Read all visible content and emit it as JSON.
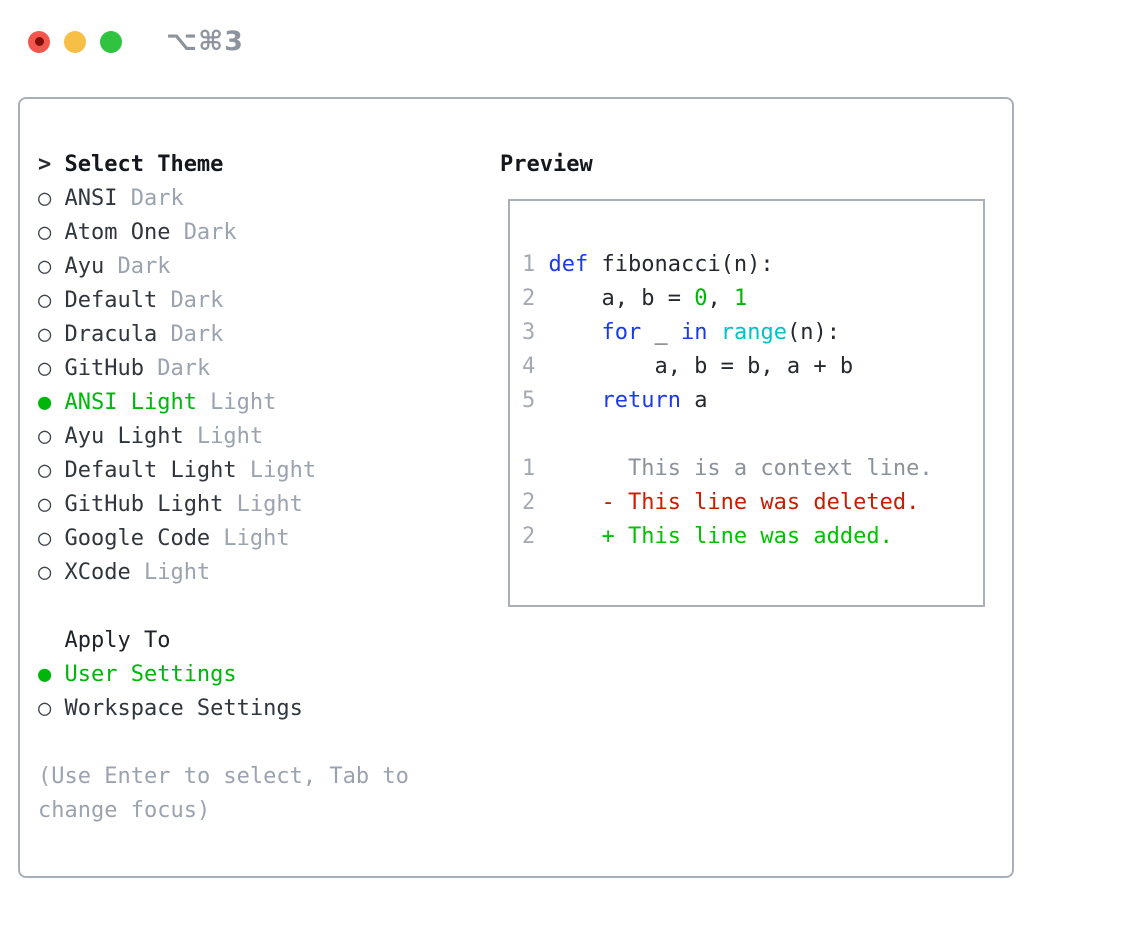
{
  "titlebar": {
    "shortcut": "⌥⌘3"
  },
  "colors": {
    "accent_green": "#00b60b",
    "keyword_blue": "#1b3be8",
    "builtin_cyan": "#00c3c8",
    "diff_red": "#cb1b00",
    "diff_green": "#00c200",
    "muted_gray": "#9aa3af",
    "border_gray": "#a9b0ba",
    "traffic_red": "#f4564d",
    "traffic_yellow": "#f8bf47",
    "traffic_green": "#2fc340"
  },
  "theme_panel": {
    "prompt": ">",
    "title": "Select Theme",
    "items": [
      {
        "bullet": "○",
        "name": "ANSI",
        "variant": "Dark",
        "selected": false
      },
      {
        "bullet": "○",
        "name": "Atom One",
        "variant": "Dark",
        "selected": false
      },
      {
        "bullet": "○",
        "name": "Ayu",
        "variant": "Dark",
        "selected": false
      },
      {
        "bullet": "○",
        "name": "Default",
        "variant": "Dark",
        "selected": false
      },
      {
        "bullet": "○",
        "name": "Dracula",
        "variant": "Dark",
        "selected": false
      },
      {
        "bullet": "○",
        "name": "GitHub",
        "variant": "Dark",
        "selected": false
      },
      {
        "bullet": "●",
        "name": "ANSI Light",
        "variant": "Light",
        "selected": true
      },
      {
        "bullet": "○",
        "name": "Ayu Light",
        "variant": "Light",
        "selected": false
      },
      {
        "bullet": "○",
        "name": "Default Light",
        "variant": "Light",
        "selected": false
      },
      {
        "bullet": "○",
        "name": "GitHub Light",
        "variant": "Light",
        "selected": false
      },
      {
        "bullet": "○",
        "name": "Google Code",
        "variant": "Light",
        "selected": false
      },
      {
        "bullet": "○",
        "name": "XCode",
        "variant": "Light",
        "selected": false
      }
    ],
    "apply_to": {
      "title": "Apply To",
      "options": [
        {
          "bullet": "●",
          "label": "User Settings",
          "selected": true
        },
        {
          "bullet": "○",
          "label": "Workspace Settings",
          "selected": false
        }
      ]
    },
    "hint": "(Use Enter to select, Tab to change focus)"
  },
  "preview": {
    "title": "Preview",
    "code_lines": [
      {
        "num": "1",
        "segments": [
          {
            "t": "def",
            "c": "kw"
          },
          {
            "t": " fibonacci(n):",
            "c": "fg"
          }
        ]
      },
      {
        "num": "2",
        "segments": [
          {
            "t": "    a, b = ",
            "c": "fg"
          },
          {
            "t": "0",
            "c": "num"
          },
          {
            "t": ", ",
            "c": "fg"
          },
          {
            "t": "1",
            "c": "num"
          }
        ]
      },
      {
        "num": "3",
        "segments": [
          {
            "t": "    ",
            "c": "fg"
          },
          {
            "t": "for",
            "c": "kw"
          },
          {
            "t": " _ ",
            "c": "fg"
          },
          {
            "t": "in",
            "c": "kw"
          },
          {
            "t": " ",
            "c": "fg"
          },
          {
            "t": "range",
            "c": "fn"
          },
          {
            "t": "(n):",
            "c": "fg"
          }
        ]
      },
      {
        "num": "4",
        "segments": [
          {
            "t": "        a, b = b, a + b",
            "c": "fg"
          }
        ]
      },
      {
        "num": "5",
        "segments": [
          {
            "t": "    ",
            "c": "fg"
          },
          {
            "t": "return",
            "c": "kw"
          },
          {
            "t": " a",
            "c": "fg"
          }
        ]
      }
    ],
    "diff_lines": [
      {
        "num": "1",
        "text": "      This is a context line.",
        "kind": "context"
      },
      {
        "num": "2",
        "text": "    - This line was deleted.",
        "kind": "deleted"
      },
      {
        "num": "2",
        "text": "    + This line was added.",
        "kind": "added"
      }
    ]
  }
}
